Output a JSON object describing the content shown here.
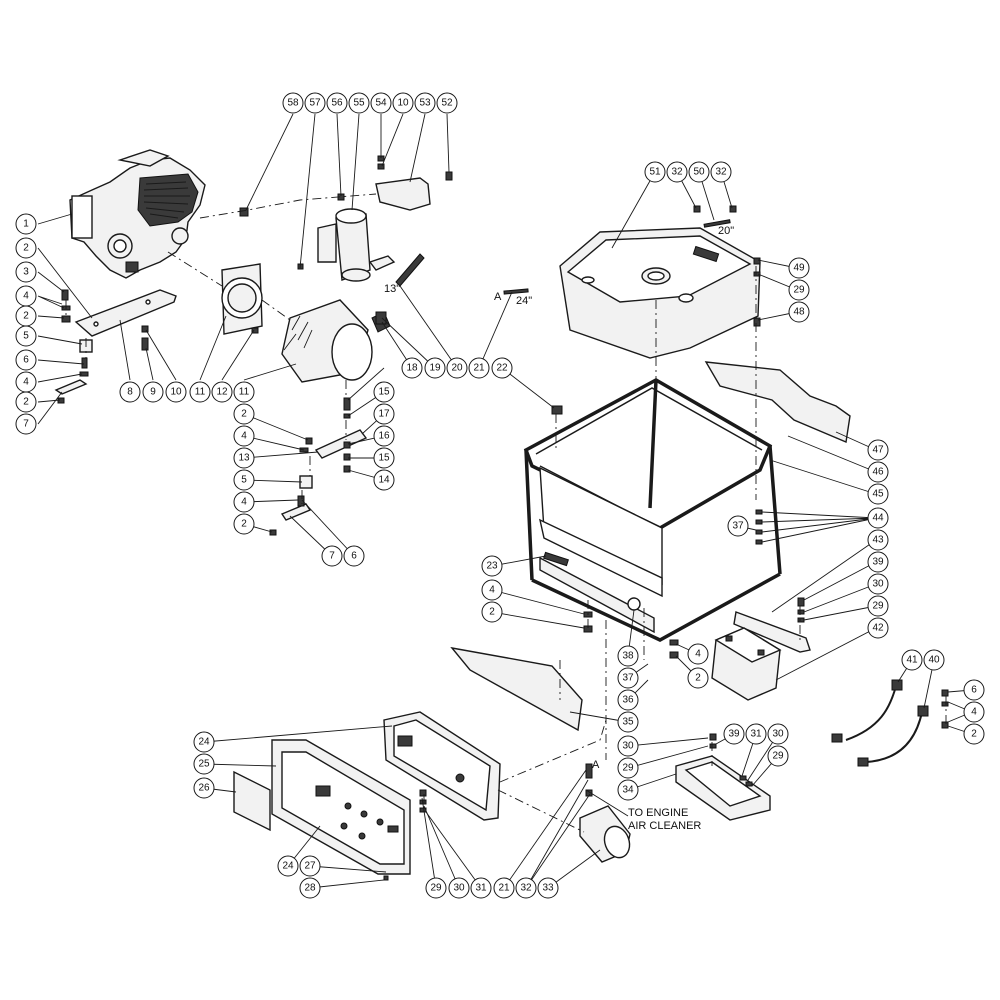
{
  "notes": {
    "hose_13": "13\"",
    "hose_24": "24\"",
    "hose_20": "20\"",
    "ref_a_top": "A",
    "ref_a_bottom": "A",
    "air_cleaner_line1": "TO ENGINE",
    "air_cleaner_line2": "AIR CLEANER"
  },
  "callouts": [
    {
      "id": "c-58",
      "label": "58"
    },
    {
      "id": "c-57",
      "label": "57"
    },
    {
      "id": "c-56",
      "label": "56"
    },
    {
      "id": "c-55",
      "label": "55"
    },
    {
      "id": "c-54",
      "label": "54"
    },
    {
      "id": "c-10a",
      "label": "10"
    },
    {
      "id": "c-53",
      "label": "53"
    },
    {
      "id": "c-52",
      "label": "52"
    },
    {
      "id": "c-1",
      "label": "1"
    },
    {
      "id": "c-2a",
      "label": "2"
    },
    {
      "id": "c-3",
      "label": "3"
    },
    {
      "id": "c-4a",
      "label": "4"
    },
    {
      "id": "c-2b",
      "label": "2"
    },
    {
      "id": "c-5a",
      "label": "5"
    },
    {
      "id": "c-6a",
      "label": "6"
    },
    {
      "id": "c-4b",
      "label": "4"
    },
    {
      "id": "c-2c",
      "label": "2"
    },
    {
      "id": "c-7a",
      "label": "7"
    },
    {
      "id": "c-8",
      "label": "8"
    },
    {
      "id": "c-9",
      "label": "9"
    },
    {
      "id": "c-10b",
      "label": "10"
    },
    {
      "id": "c-11a",
      "label": "11"
    },
    {
      "id": "c-12",
      "label": "12"
    },
    {
      "id": "c-11b",
      "label": "11"
    },
    {
      "id": "c-18",
      "label": "18"
    },
    {
      "id": "c-19",
      "label": "19"
    },
    {
      "id": "c-20",
      "label": "20"
    },
    {
      "id": "c-21a",
      "label": "21"
    },
    {
      "id": "c-22",
      "label": "22"
    },
    {
      "id": "c-15a",
      "label": "15"
    },
    {
      "id": "c-17",
      "label": "17"
    },
    {
      "id": "c-16",
      "label": "16"
    },
    {
      "id": "c-15b",
      "label": "15"
    },
    {
      "id": "c-14",
      "label": "14"
    },
    {
      "id": "c-2d",
      "label": "2"
    },
    {
      "id": "c-4c",
      "label": "4"
    },
    {
      "id": "c-13",
      "label": "13"
    },
    {
      "id": "c-5b",
      "label": "5"
    },
    {
      "id": "c-4d",
      "label": "4"
    },
    {
      "id": "c-2e",
      "label": "2"
    },
    {
      "id": "c-7b",
      "label": "7"
    },
    {
      "id": "c-6b",
      "label": "6"
    },
    {
      "id": "c-51",
      "label": "51"
    },
    {
      "id": "c-32a",
      "label": "32"
    },
    {
      "id": "c-50",
      "label": "50"
    },
    {
      "id": "c-32b",
      "label": "32"
    },
    {
      "id": "c-49",
      "label": "49"
    },
    {
      "id": "c-29a",
      "label": "29"
    },
    {
      "id": "c-48",
      "label": "48"
    },
    {
      "id": "c-47",
      "label": "47"
    },
    {
      "id": "c-46",
      "label": "46"
    },
    {
      "id": "c-45",
      "label": "45"
    },
    {
      "id": "c-44",
      "label": "44"
    },
    {
      "id": "c-37a",
      "label": "37"
    },
    {
      "id": "c-43",
      "label": "43"
    },
    {
      "id": "c-39a",
      "label": "39"
    },
    {
      "id": "c-30a",
      "label": "30"
    },
    {
      "id": "c-29b",
      "label": "29"
    },
    {
      "id": "c-42",
      "label": "42"
    },
    {
      "id": "c-23",
      "label": "23"
    },
    {
      "id": "c-4e",
      "label": "4"
    },
    {
      "id": "c-2f",
      "label": "2"
    },
    {
      "id": "c-38",
      "label": "38"
    },
    {
      "id": "c-4f",
      "label": "4"
    },
    {
      "id": "c-2g",
      "label": "2"
    },
    {
      "id": "c-37b",
      "label": "37"
    },
    {
      "id": "c-36",
      "label": "36"
    },
    {
      "id": "c-35",
      "label": "35"
    },
    {
      "id": "c-41",
      "label": "41"
    },
    {
      "id": "c-40",
      "label": "40"
    },
    {
      "id": "c-6c",
      "label": "6"
    },
    {
      "id": "c-4g",
      "label": "4"
    },
    {
      "id": "c-2h",
      "label": "2"
    },
    {
      "id": "c-24a",
      "label": "24"
    },
    {
      "id": "c-25",
      "label": "25"
    },
    {
      "id": "c-26",
      "label": "26"
    },
    {
      "id": "c-24b",
      "label": "24"
    },
    {
      "id": "c-27",
      "label": "27"
    },
    {
      "id": "c-28",
      "label": "28"
    },
    {
      "id": "c-29c",
      "label": "29"
    },
    {
      "id": "c-30b",
      "label": "30"
    },
    {
      "id": "c-31a",
      "label": "31"
    },
    {
      "id": "c-30c",
      "label": "30"
    },
    {
      "id": "c-29d",
      "label": "29"
    },
    {
      "id": "c-39b",
      "label": "39"
    },
    {
      "id": "c-31b",
      "label": "31"
    },
    {
      "id": "c-30d",
      "label": "30"
    },
    {
      "id": "c-29e",
      "label": "29"
    },
    {
      "id": "c-34",
      "label": "34"
    },
    {
      "id": "c-21b",
      "label": "21"
    },
    {
      "id": "c-32c",
      "label": "32"
    },
    {
      "id": "c-33",
      "label": "33"
    }
  ]
}
